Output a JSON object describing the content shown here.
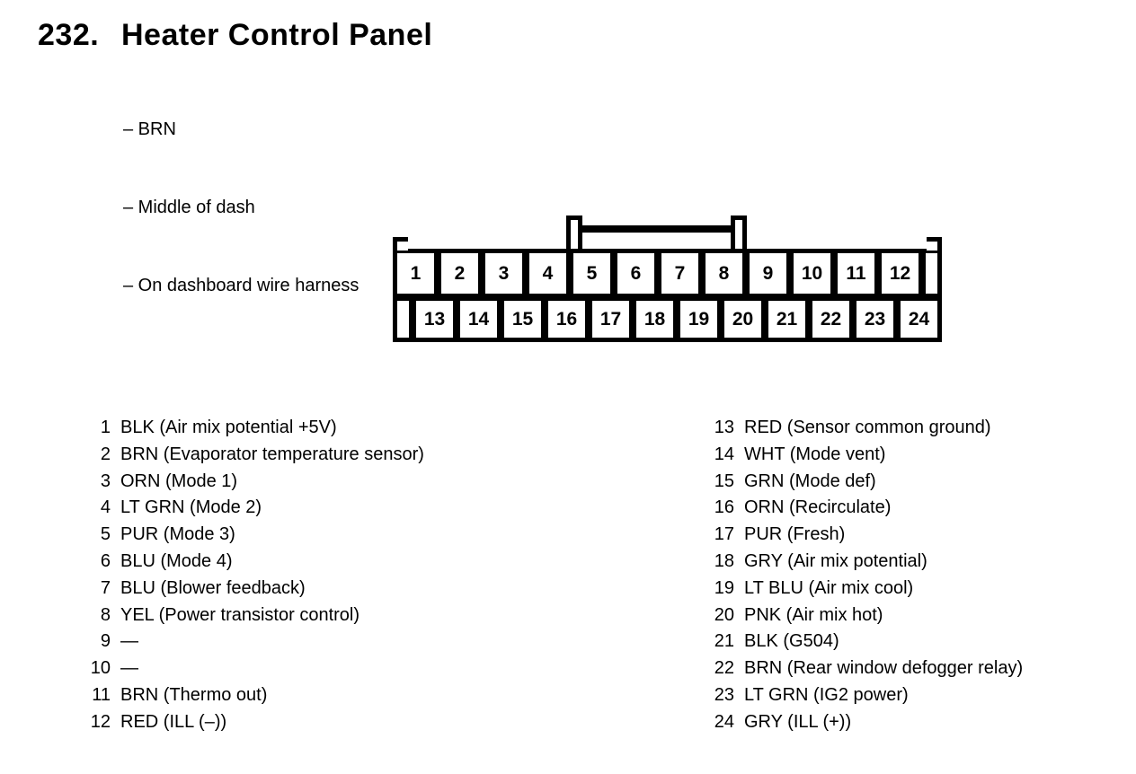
{
  "header": {
    "section_number": "232.",
    "title": "Heater Control Panel",
    "notes": [
      "– BRN",
      "– Middle of dash",
      "– On dashboard wire harness"
    ]
  },
  "connector": {
    "top_row": [
      "1",
      "2",
      "3",
      "4",
      "5",
      "6",
      "7",
      "8",
      "9",
      "10",
      "11",
      "12"
    ],
    "bottom_row": [
      "13",
      "14",
      "15",
      "16",
      "17",
      "18",
      "19",
      "20",
      "21",
      "22",
      "23",
      "24"
    ]
  },
  "pin_list": {
    "left": [
      {
        "num": "1",
        "desc": "BLK (Air mix potential +5V)"
      },
      {
        "num": "2",
        "desc": "BRN (Evaporator temperature sensor)"
      },
      {
        "num": "3",
        "desc": "ORN (Mode 1)"
      },
      {
        "num": "4",
        "desc": "LT GRN (Mode 2)"
      },
      {
        "num": "5",
        "desc": "PUR (Mode 3)"
      },
      {
        "num": "6",
        "desc": "BLU (Mode 4)"
      },
      {
        "num": "7",
        "desc": "BLU (Blower feedback)"
      },
      {
        "num": "8",
        "desc": "YEL (Power transistor control)"
      },
      {
        "num": "9",
        "desc": "—"
      },
      {
        "num": "10",
        "desc": "—"
      },
      {
        "num": "11",
        "desc": "BRN (Thermo out)"
      },
      {
        "num": "12",
        "desc": "RED (ILL (–))"
      }
    ],
    "right": [
      {
        "num": "13",
        "desc": "RED (Sensor common ground)"
      },
      {
        "num": "14",
        "desc": "WHT (Mode vent)"
      },
      {
        "num": "15",
        "desc": "GRN (Mode def)"
      },
      {
        "num": "16",
        "desc": "ORN (Recirculate)"
      },
      {
        "num": "17",
        "desc": "PUR (Fresh)"
      },
      {
        "num": "18",
        "desc": "GRY (Air mix potential)"
      },
      {
        "num": "19",
        "desc": "LT BLU (Air mix cool)"
      },
      {
        "num": "20",
        "desc": "PNK (Air mix hot)"
      },
      {
        "num": "21",
        "desc": "BLK (G504)"
      },
      {
        "num": "22",
        "desc": "BRN (Rear window defogger relay)"
      },
      {
        "num": "23",
        "desc": "LT GRN (IG2 power)"
      },
      {
        "num": "24",
        "desc": "GRY (ILL (+))"
      }
    ]
  },
  "colors": {
    "ink": "#000000",
    "paper": "#ffffff"
  }
}
